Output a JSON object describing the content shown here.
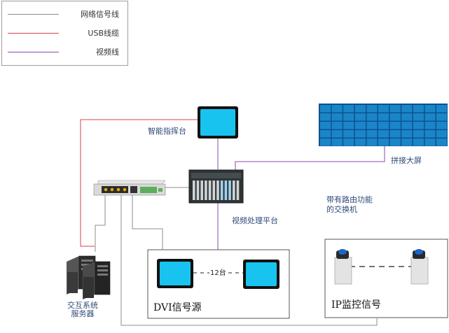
{
  "legend": {
    "items": [
      {
        "label": "网络信号线",
        "color": "#8c8c8c"
      },
      {
        "label": "USB线缆",
        "color": "#d9404b"
      },
      {
        "label": "视频线",
        "color": "#8a4bb0"
      }
    ]
  },
  "labels": {
    "control_station": "智能指挥台",
    "video_wall": "拼接大屏",
    "switch": "带有路由功能的交换机",
    "video_platform": "视频处理平台",
    "interactive_server": "交互系统服务器",
    "monitor_count": "12台"
  },
  "sources": {
    "dvi": "DVI信号源",
    "ip": "IP监控信号"
  },
  "colors": {
    "screen": "#19c3ef",
    "screen_frame": "#111111",
    "wall_tile": "#1a86c9",
    "wall_frame": "#0d4f8c"
  }
}
